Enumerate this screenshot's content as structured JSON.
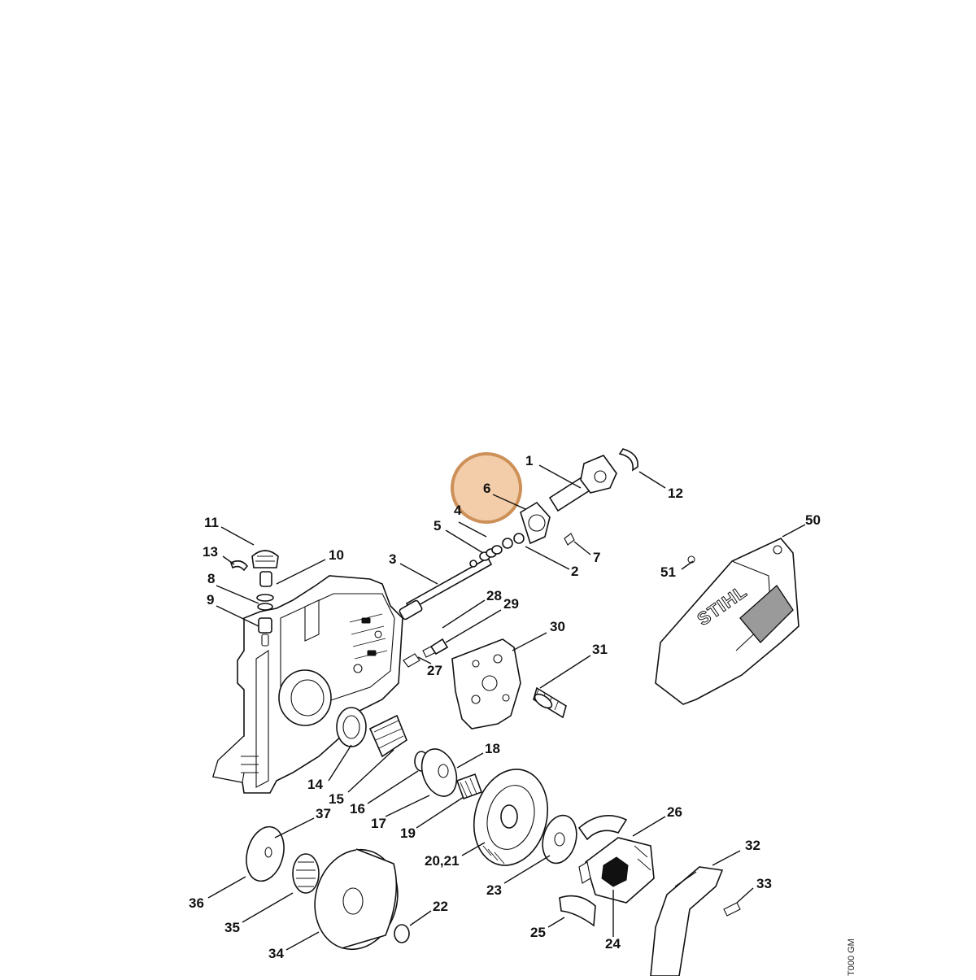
{
  "highlight": {
    "label": "6",
    "color": "#c8874a",
    "fill": "#f3c9a3"
  },
  "brand": "STIHL",
  "drawing_code": "T000 GM",
  "callouts": [
    "1",
    "12",
    "6",
    "4",
    "50",
    "5",
    "2",
    "7",
    "11",
    "10",
    "13",
    "3",
    "51",
    "8",
    "28",
    "29",
    "9",
    "30",
    "31",
    "27",
    "18",
    "14",
    "15",
    "16",
    "17",
    "19",
    "37",
    "26",
    "20,21",
    "32",
    "23",
    "33",
    "36",
    "22",
    "35",
    "25",
    "24",
    "34"
  ]
}
